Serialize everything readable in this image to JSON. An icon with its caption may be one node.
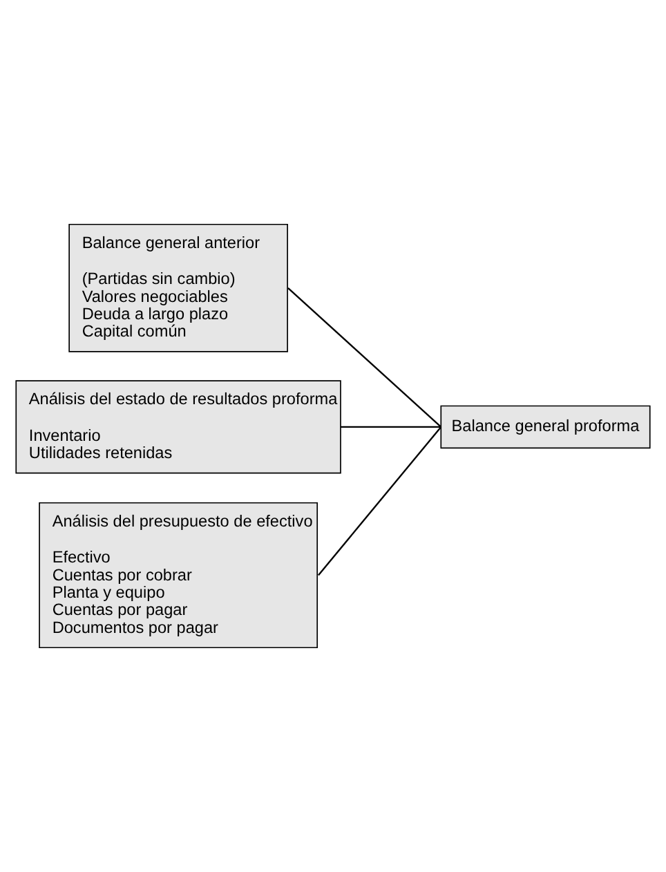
{
  "diagram": {
    "nodes": [
      {
        "text": [
          "Balance general anterior",
          "(Partidas sin cambio)",
          "Valores negociables",
          "Deuda a largo plazo",
          "Capital común"
        ]
      },
      {
        "text": [
          "Análisis del estado de resultados proforma",
          "Inventario",
          "Utilidades retenidas"
        ]
      },
      {
        "text": [
          "Análisis del presupuesto de efectivo",
          "Efectivo",
          "Cuentas por cobrar",
          "Planta y equipo",
          "Cuentas por pagar",
          "Documentos por pagar"
        ]
      },
      {
        "text": [
          "Balance general proforma"
        ]
      }
    ],
    "edges": [
      {
        "from": 0,
        "to": 3,
        "arrow": "none"
      },
      {
        "from": 1,
        "to": 3,
        "arrow": "none"
      },
      {
        "from": 2,
        "to": 3,
        "arrow": "none"
      }
    ]
  }
}
